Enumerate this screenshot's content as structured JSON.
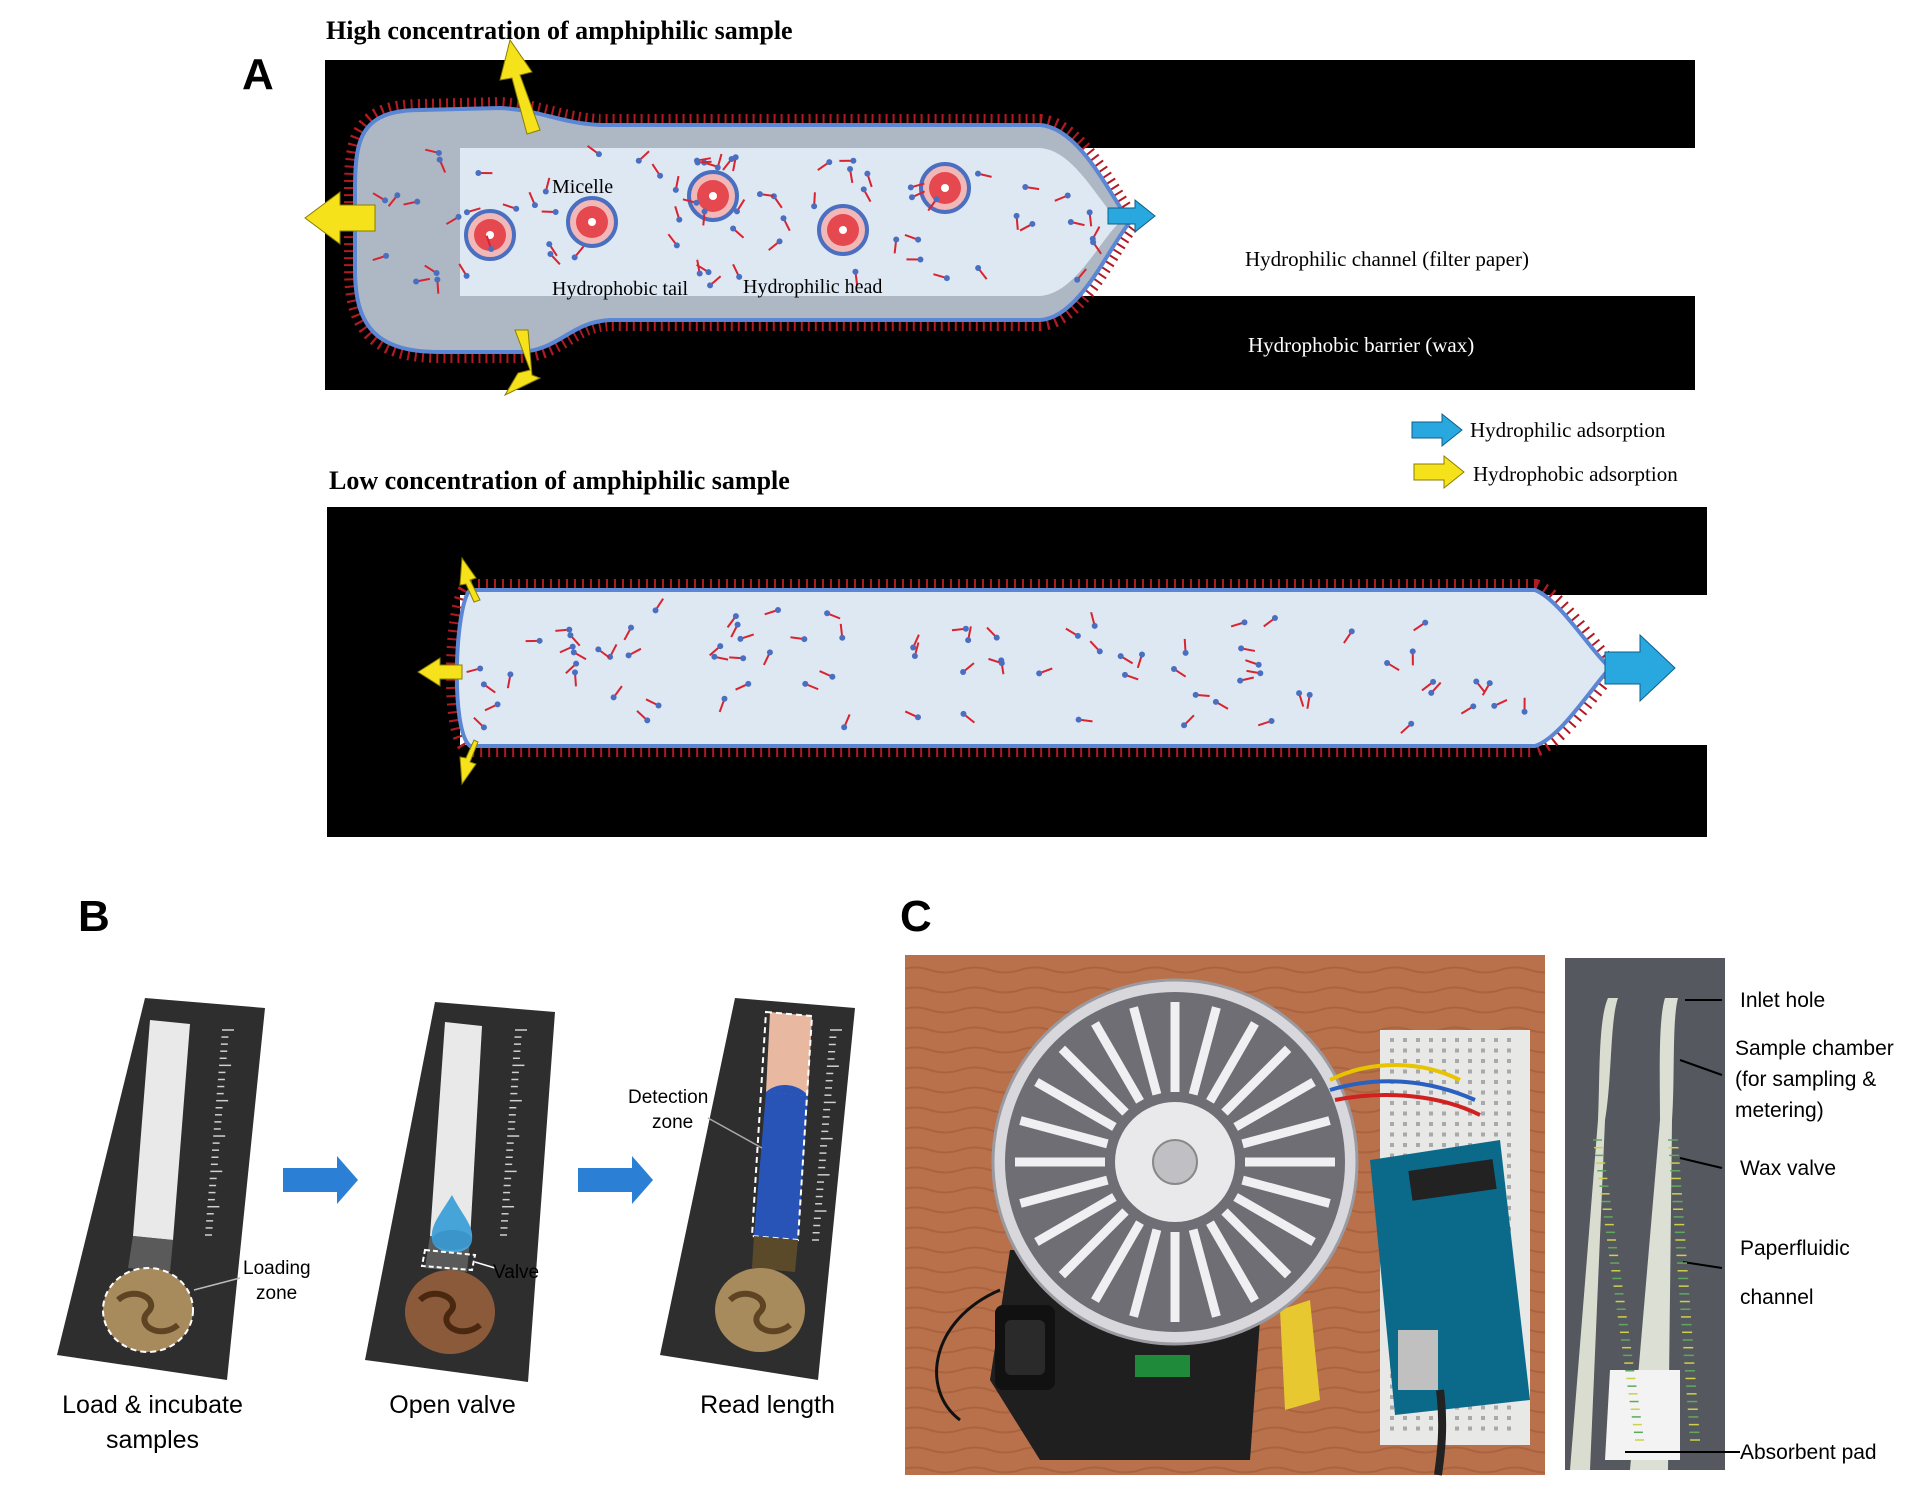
{
  "panel_a": {
    "letter": "A",
    "high_title": "High concentration of amphiphilic sample",
    "low_title": "Low concentration of amphiphilic sample",
    "labels": {
      "micelle": "Micelle",
      "tail": "Hydrophobic tail",
      "head": "Hydrophilic head",
      "channel": "Hydrophilic channel (filter paper)",
      "barrier": "Hydrophobic barrier (wax)"
    },
    "legend": [
      {
        "label": "Hydrophilic adsorption",
        "color": "#29a8e0"
      },
      {
        "label": "Hydrophobic adsorption",
        "color": "#f5e21b"
      }
    ]
  },
  "panel_b": {
    "letter": "B",
    "steps": [
      {
        "caption_line1": "Load & incubate",
        "caption_line2": "samples",
        "zone_line1": "Loading",
        "zone_line2": "zone"
      },
      {
        "caption_line1": "Open valve",
        "caption_line2": "",
        "zone_line1": "Valve",
        "zone_line2": ""
      },
      {
        "caption_line1": "Read length",
        "caption_line2": "",
        "zone_line1": "Detection",
        "zone_line2": "zone"
      }
    ]
  },
  "panel_c": {
    "letter": "C",
    "labels": [
      {
        "line1": "Inlet hole",
        "line2": "",
        "line3": ""
      },
      {
        "line1": "Sample chamber",
        "line2": "(for sampling &",
        "line3": "metering)"
      },
      {
        "line1": "Wax valve",
        "line2": "",
        "line3": ""
      },
      {
        "line1": "Paperfluidic",
        "line2": "",
        "line3": ""
      },
      {
        "line1": "channel",
        "line2": "",
        "line3": ""
      },
      {
        "line1": "Absorbent pad",
        "line2": "",
        "line3": ""
      }
    ]
  },
  "colors": {
    "barrier": "#000000",
    "channel": "#dde8f3",
    "blue_arrow": "#29a8e0",
    "yellow_arrow": "#f5e21b",
    "tail_red": "#d9232e",
    "head_blue": "#4a6fc0"
  }
}
